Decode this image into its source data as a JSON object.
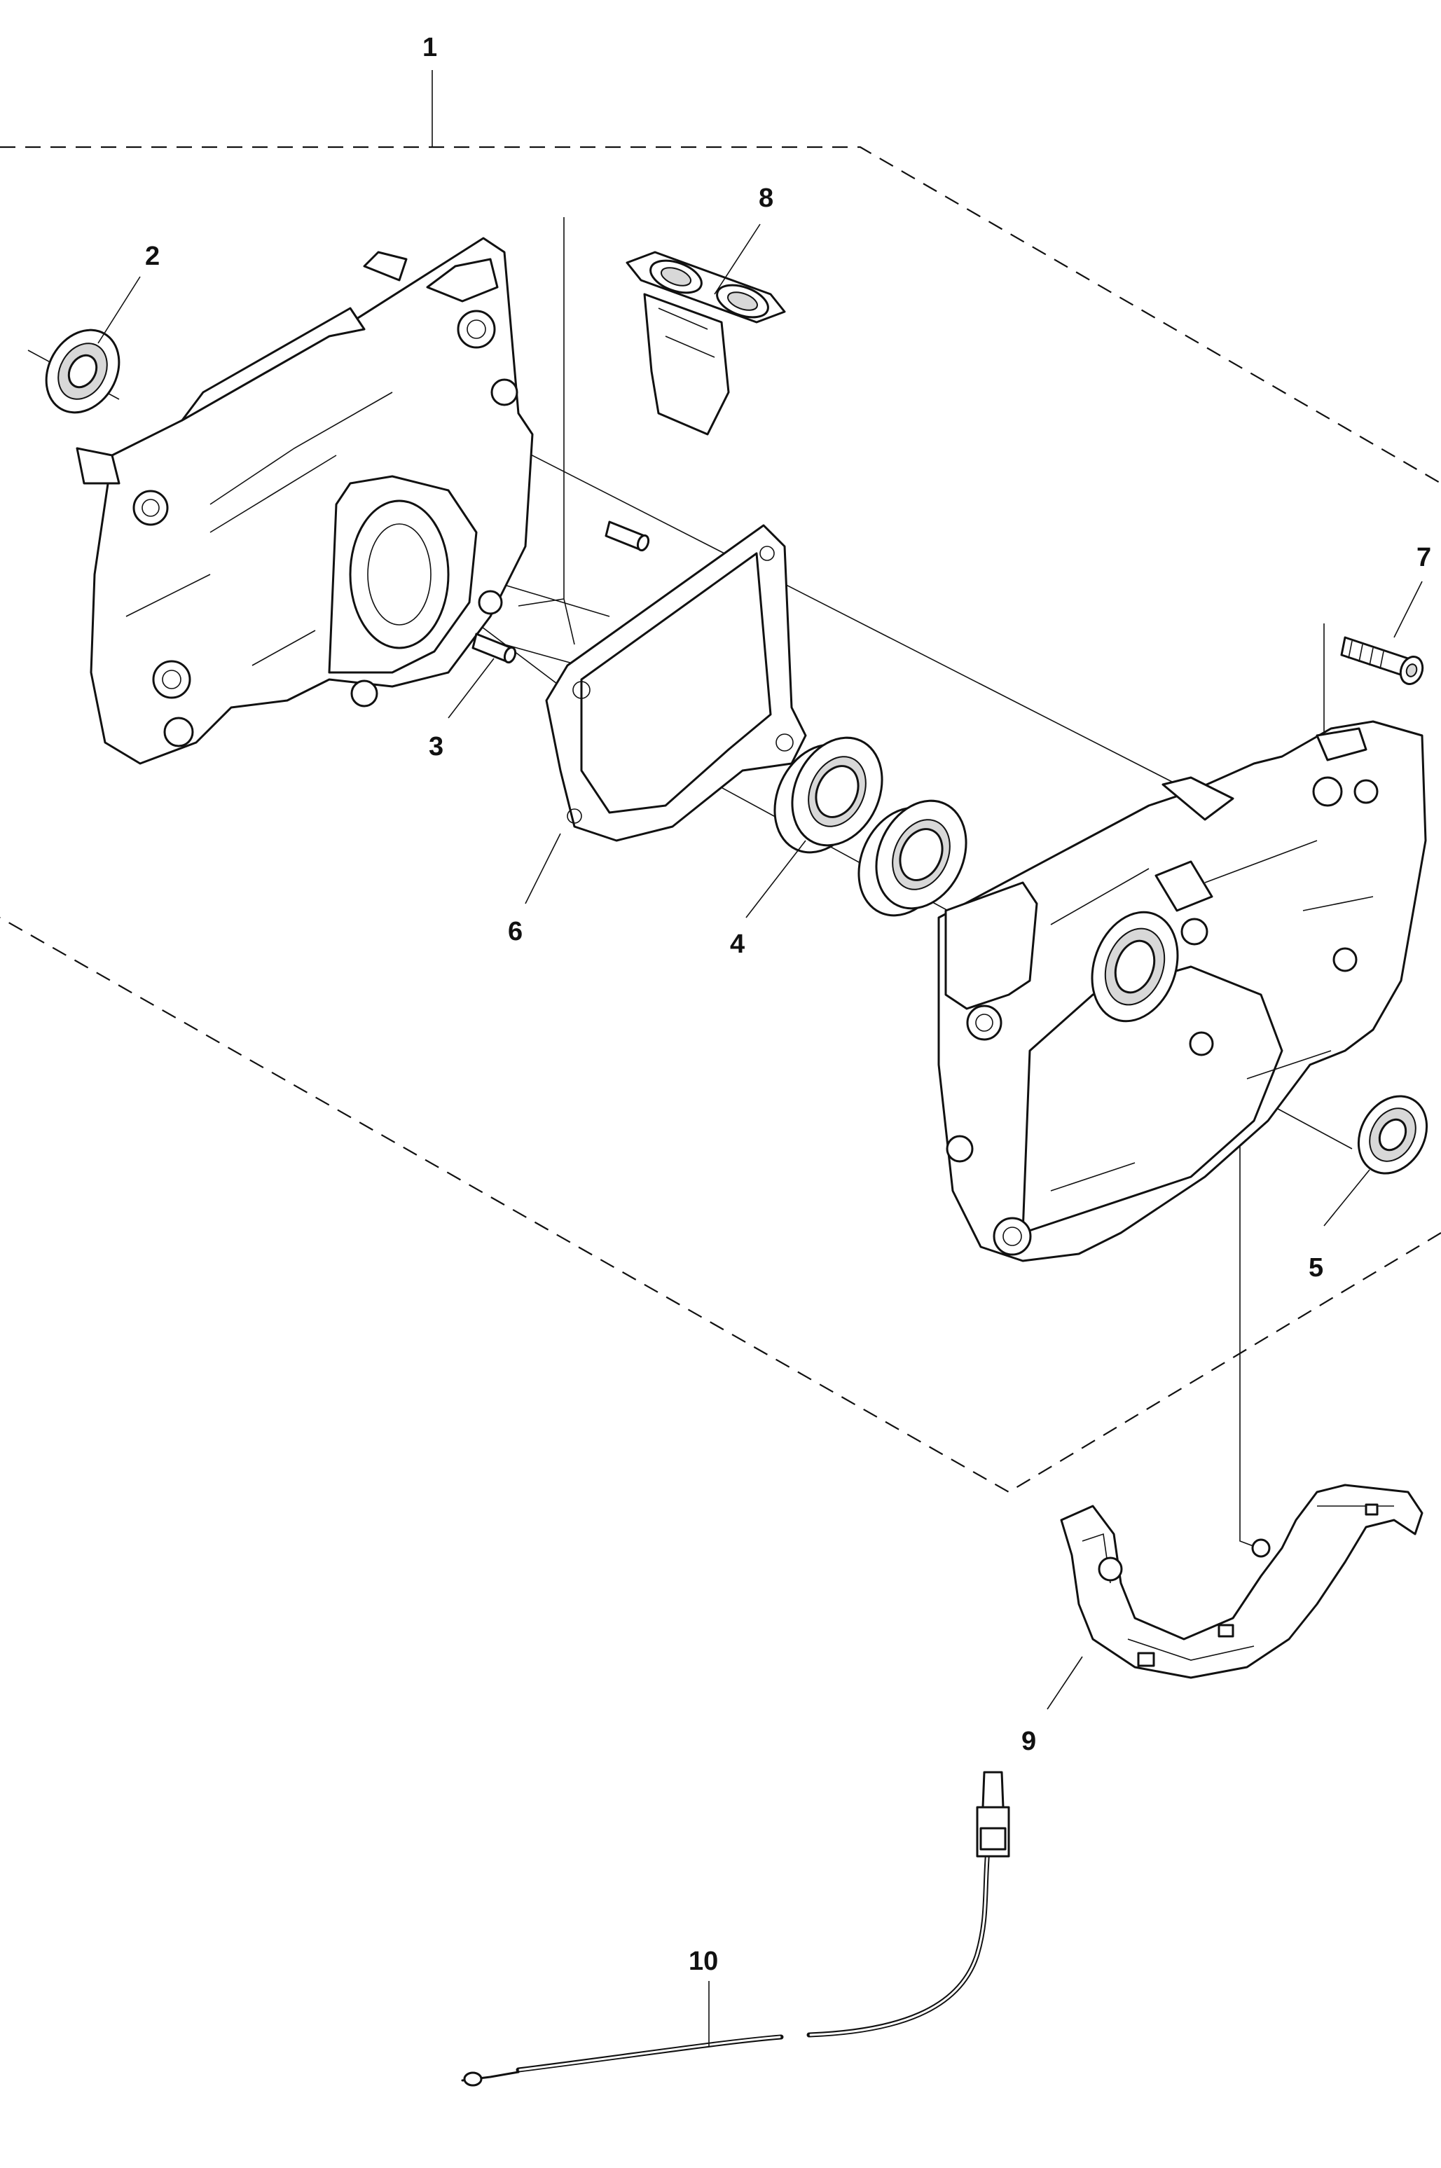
{
  "callouts": [
    {
      "label": "1"
    },
    {
      "label": "2"
    },
    {
      "label": "3"
    },
    {
      "label": "4"
    },
    {
      "label": "5"
    },
    {
      "label": "6"
    },
    {
      "label": "7"
    },
    {
      "label": "8"
    },
    {
      "label": "9"
    },
    {
      "label": "10"
    }
  ],
  "colors": {
    "line": "#111111",
    "background": "#ffffff"
  }
}
